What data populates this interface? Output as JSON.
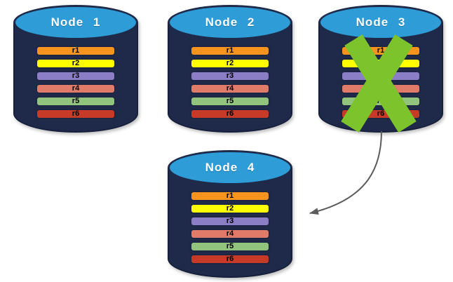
{
  "diagram": {
    "description": "Replicated database nodes; failed node replicates to new node",
    "colors": {
      "cylinder_body": "#1F2A4A",
      "cylinder_top": "#2E9DD7",
      "title_text": "#FFFFFF",
      "record_text": "#000000",
      "background": "#FFFFFF"
    },
    "failure": {
      "failed_node": "Node 3",
      "x_color": "#7DC32B"
    },
    "arrow": {
      "from": "Node 3",
      "to": "Node 4",
      "color": "#5C5C5C"
    },
    "nodes": [
      {
        "id": "node-1",
        "label": "Node 1",
        "failed": false,
        "records": [
          {
            "label": "r1",
            "color": "#F7941D"
          },
          {
            "label": "r2",
            "color": "#FFFF00"
          },
          {
            "label": "r3",
            "color": "#8C7EC6"
          },
          {
            "label": "r4",
            "color": "#E07B69"
          },
          {
            "label": "r5",
            "color": "#93C47D"
          },
          {
            "label": "r6",
            "color": "#C63A27"
          }
        ]
      },
      {
        "id": "node-2",
        "label": "Node 2",
        "failed": false,
        "records": [
          {
            "label": "r1",
            "color": "#F7941D"
          },
          {
            "label": "r2",
            "color": "#FFFF00"
          },
          {
            "label": "r3",
            "color": "#8C7EC6"
          },
          {
            "label": "r4",
            "color": "#E07B69"
          },
          {
            "label": "r5",
            "color": "#93C47D"
          },
          {
            "label": "r6",
            "color": "#C63A27"
          }
        ]
      },
      {
        "id": "node-3",
        "label": "Node 3",
        "failed": true,
        "records": [
          {
            "label": "r1",
            "color": "#F7941D"
          },
          {
            "label": "r2",
            "color": "#FFFF00"
          },
          {
            "label": "r3",
            "color": "#8C7EC6"
          },
          {
            "label": "r4",
            "color": "#E07B69"
          },
          {
            "label": "r5",
            "color": "#93C47D"
          },
          {
            "label": "r6",
            "color": "#C63A27"
          }
        ]
      },
      {
        "id": "node-4",
        "label": "Node 4",
        "failed": false,
        "records": [
          {
            "label": "r1",
            "color": "#F7941D"
          },
          {
            "label": "r2",
            "color": "#FFFF00"
          },
          {
            "label": "r3",
            "color": "#8C7EC6"
          },
          {
            "label": "r4",
            "color": "#E07B69"
          },
          {
            "label": "r5",
            "color": "#93C47D"
          },
          {
            "label": "r6",
            "color": "#C63A27"
          }
        ]
      }
    ]
  }
}
